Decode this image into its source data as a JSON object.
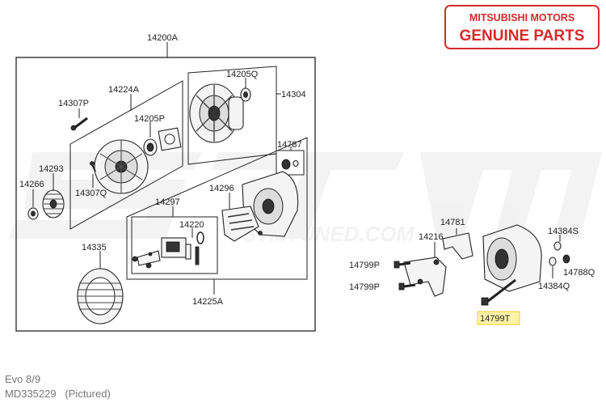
{
  "stamp": {
    "line1": "MITSUBISHI MOTORS",
    "line2": "GENUINE PARTS",
    "color": "#d42a2a"
  },
  "watermark": {
    "text": "STM",
    "sub": "STMTUNED.COM"
  },
  "labels": {
    "p14200A": "14200A",
    "p14224A": "14224A",
    "p14307P": "14307P",
    "p14205P": "14205P",
    "p14205Q": "14205Q",
    "p14304": "14304",
    "p14787": "14787",
    "p14293": "14293",
    "p14266": "14266",
    "p14307Q": "14307Q",
    "p14296": "14296",
    "p14297": "14297",
    "p14220": "14220",
    "p14335": "14335",
    "p14225A": "14225A",
    "p14781": "14781",
    "p14216": "14216",
    "p14384S": "14384S",
    "p14799P_a": "14799P",
    "p14799P_b": "14799P",
    "p14788Q": "14788Q",
    "p14384Q": "14384Q",
    "p14799T": "14799T"
  },
  "highlight_color": "#fff3a8",
  "footer": {
    "model": "Evo 8/9",
    "part": "MD335229   (Pictured)"
  }
}
